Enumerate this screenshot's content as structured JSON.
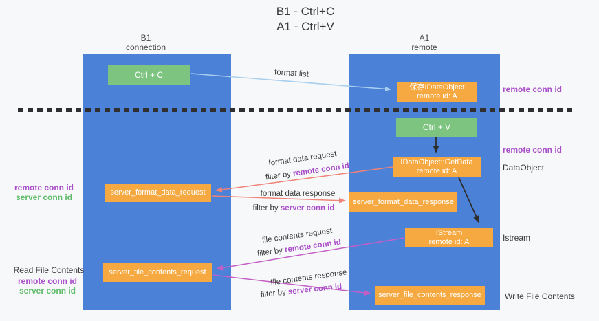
{
  "title": {
    "line1": "B1 - Ctrl+C",
    "line2": "A1 - Ctrl+V"
  },
  "lanes": {
    "left": {
      "name": "B1",
      "role": "connection"
    },
    "right": {
      "name": "A1",
      "role": "remote"
    }
  },
  "nodes": {
    "ctrl_c": {
      "label": "Ctrl + C"
    },
    "ctrl_v": {
      "label": "Ctrl + V"
    },
    "save_dataobject": {
      "line1": "保存IDataObject",
      "line2": "remote id: A"
    },
    "getdata": {
      "line1": "IDataObject::GetData",
      "line2": "remote id: A"
    },
    "istream": {
      "line1": "IStream",
      "line2": "remote id: A"
    },
    "server_format_data_request": {
      "label": "server_format_data_request"
    },
    "server_format_data_response": {
      "label": "server_format_data_response"
    },
    "server_file_contents_request": {
      "label": "server_file_contents_request"
    },
    "server_file_contents_response": {
      "label": "server_file_contents_response"
    }
  },
  "edge_labels": {
    "format_list": "format list",
    "format_data_request": "format data request",
    "format_data_response": "format data response",
    "file_contents_request": "file contents request",
    "file_contents_response": "file contents response",
    "filter_by_prefix": "filter by ",
    "remote_conn_id": "remote conn id",
    "server_conn_id": "server conn id"
  },
  "side_labels": {
    "right_top_remote_conn_id": "remote conn id",
    "right_mid_remote_conn_id": "remote conn id",
    "dataobject": "DataObject",
    "istream": "Istream",
    "write_file_contents": "Write File Contents",
    "read_file_contents": "Read File Contents",
    "left_top": {
      "remote": "remote conn id",
      "server": "server conn id"
    },
    "left_bottom": {
      "remote": "remote conn id",
      "server": "server conn id"
    }
  },
  "colors": {
    "lane_blue": "#4c81d8",
    "node_orange": "#f5a940",
    "node_green": "#7cc47f",
    "purple_text": "#a94fc9",
    "green_text": "#5fbc6a",
    "arrow_salmon": "#f08276",
    "arrow_magenta": "#c45fc6",
    "arrow_light_blue": "#a9cfee",
    "arrow_black": "#2d2d2d"
  }
}
